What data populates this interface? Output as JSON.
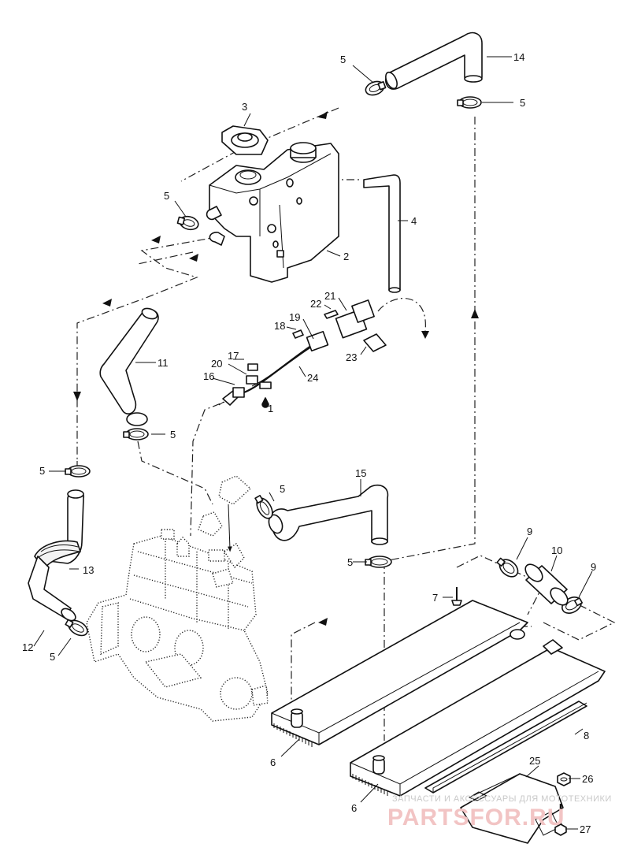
{
  "callouts": {
    "c1": "1",
    "c2": "2",
    "c3": "3",
    "c4": "4",
    "c5a": "5",
    "c5b": "5",
    "c5c": "5",
    "c5d": "5",
    "c5e": "5",
    "c5f": "5",
    "c5g": "5",
    "c5h": "5",
    "c6a": "6",
    "c6b": "6",
    "c7": "7",
    "c8": "8",
    "c9a": "9",
    "c9b": "9",
    "c10": "10",
    "c11": "11",
    "c12": "12",
    "c13": "13",
    "c14": "14",
    "c15": "15",
    "c16": "16",
    "c17": "17",
    "c18": "18",
    "c19": "19",
    "c20": "20",
    "c21": "21",
    "c22": "22",
    "c23": "23",
    "c24": "24",
    "c25": "25",
    "c26": "26",
    "c27": "27"
  },
  "watermark": {
    "line1": "ЗАПЧАСТИ И АКСЕССУАРЫ ДЛЯ МОТОТЕХНИКИ",
    "line2": "PARTSFOR.RU"
  }
}
